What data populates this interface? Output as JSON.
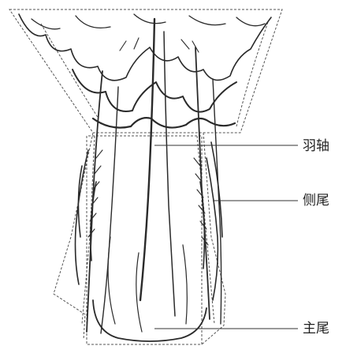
{
  "diagram": {
    "labels": [
      {
        "text": "羽轴"
      },
      {
        "text": "侧尾"
      },
      {
        "text": "主尾"
      }
    ],
    "colors": {
      "ink": "#2a2a2a",
      "guide": "#555555",
      "leader": "#333333",
      "background": "#ffffff"
    }
  }
}
